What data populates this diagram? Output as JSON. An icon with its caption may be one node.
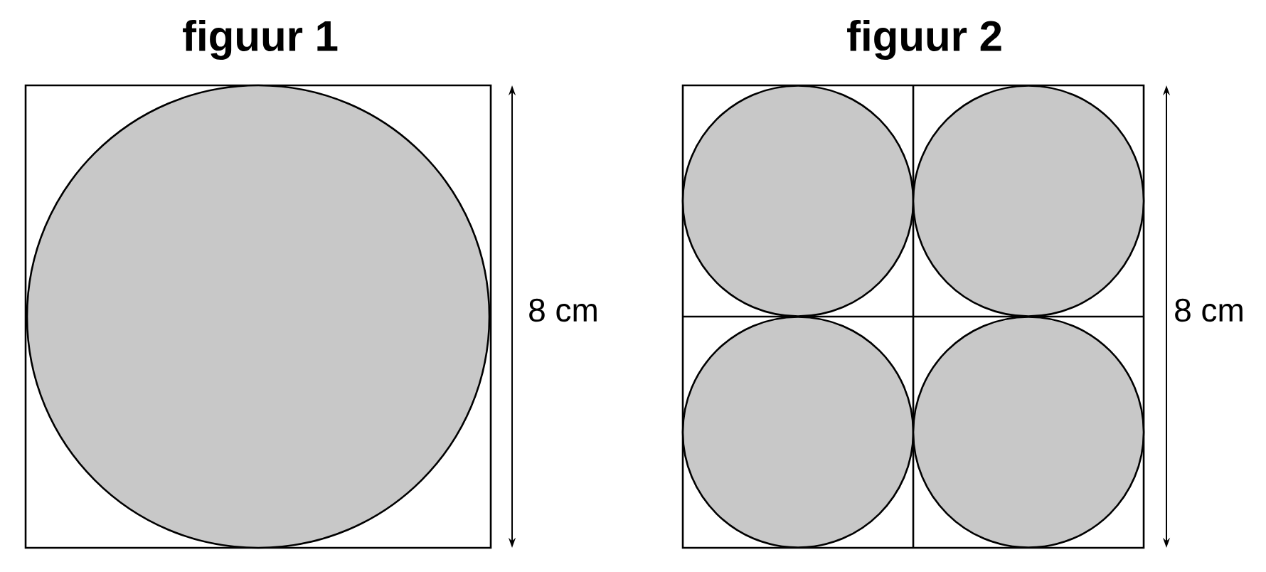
{
  "diagram": {
    "labels": [
      "figuur 1",
      "8 cm",
      "figuur 2",
      "8 cm"
    ]
  }
}
